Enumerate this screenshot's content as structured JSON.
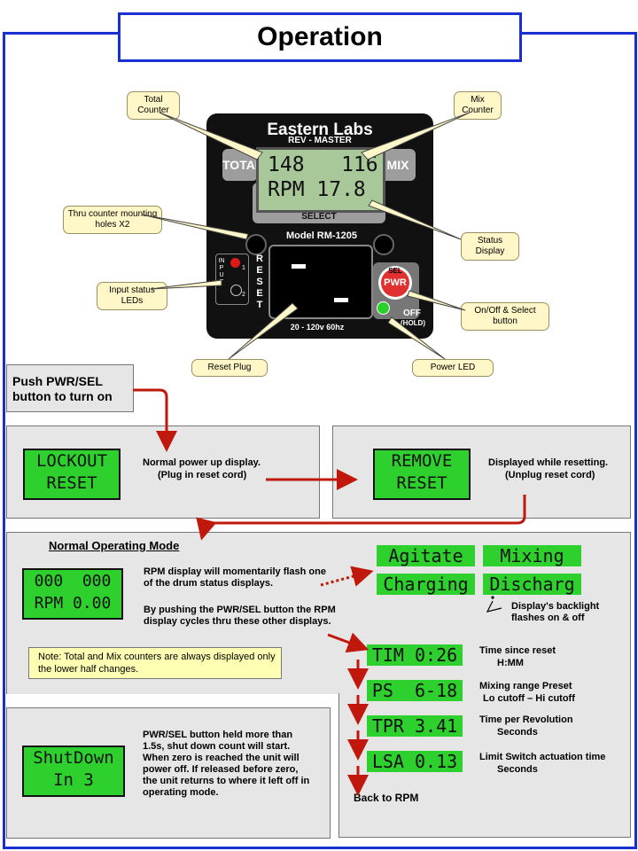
{
  "title": "Operation",
  "device": {
    "brand": "Eastern Labs",
    "subtitle": "REV - MASTER",
    "total_label": "TOTAL",
    "mix_label": "MIX",
    "lcd_line1": "148   116",
    "lcd_line2": "RPM 17.8",
    "select_label": "SELECT",
    "model": "Model  RM-1205",
    "reset_label": "RESET",
    "input_label": "INPUT",
    "input_1": "1",
    "input_2": "2",
    "sel_label": "SEL",
    "pwr_label": "PWR",
    "off_label": "OFF",
    "hold_label": "(HOLD)",
    "voltage": "20 - 120v  60hz"
  },
  "callouts": {
    "total_counter": "Total Counter",
    "mix_counter": "Mix Counter",
    "thru_holes": "Thru counter mounting holes X2",
    "status_display": "Status Display",
    "input_leds": "Input status LEDs",
    "onoff_select": "On/Off & Select button",
    "reset_plug": "Reset Plug",
    "power_led": "Power LED"
  },
  "push_box": "Push PWR/SEL button to turn on",
  "lockout": {
    "line1": "LOCKOUT",
    "line2": "RESET",
    "desc1": "Normal power up display.",
    "desc2": "(Plug in reset cord)"
  },
  "remove": {
    "line1": "REMOVE",
    "line2": "RESET",
    "desc1": "Displayed while resetting.",
    "desc2": "(Unplug reset cord)"
  },
  "normal_mode": {
    "heading": "Normal Operating Mode",
    "lcd1": "000  000",
    "lcd2": "RPM 0.00",
    "text1": "RPM display will momentarily flash one of the drum status displays.",
    "text2": "By pushing the PWR/SEL button the RPM display cycles thru these other displays.",
    "note": "Note: Total and Mix counters are always displayed only the lower half changes."
  },
  "status_displays": [
    "Agitate",
    "Mixing",
    "Charging",
    "Discharg"
  ],
  "backlight_note": "Display's backlight flashes on & off",
  "cycle": [
    {
      "lcd": "TIM 0:26",
      "desc1": "Time since reset",
      "desc2": "H:MM"
    },
    {
      "lcd": "PS  6-18",
      "desc1": "Mixing range Preset",
      "desc2": "Lo cutoff – Hi cutoff"
    },
    {
      "lcd": "TPR 3.41",
      "desc1": "Time per Revolution",
      "desc2": "Seconds"
    },
    {
      "lcd": "LSA 0.13",
      "desc1": "Limit Switch actuation time",
      "desc2": "Seconds"
    }
  ],
  "back_to_rpm": "Back to RPM",
  "shutdown": {
    "line1": "ShutDown",
    "line2": "In 3",
    "text": "PWR/SEL button held more than 1.5s, shut down count will start. When zero is reached the unit will power off. If released before zero, the unit returns to where it left off in operating mode."
  },
  "colors": {
    "frame": "#1a2fd0",
    "lcd_green": "#2ed02e",
    "arrow_red": "#c0180c",
    "callout_bg": "#fff7c8"
  }
}
